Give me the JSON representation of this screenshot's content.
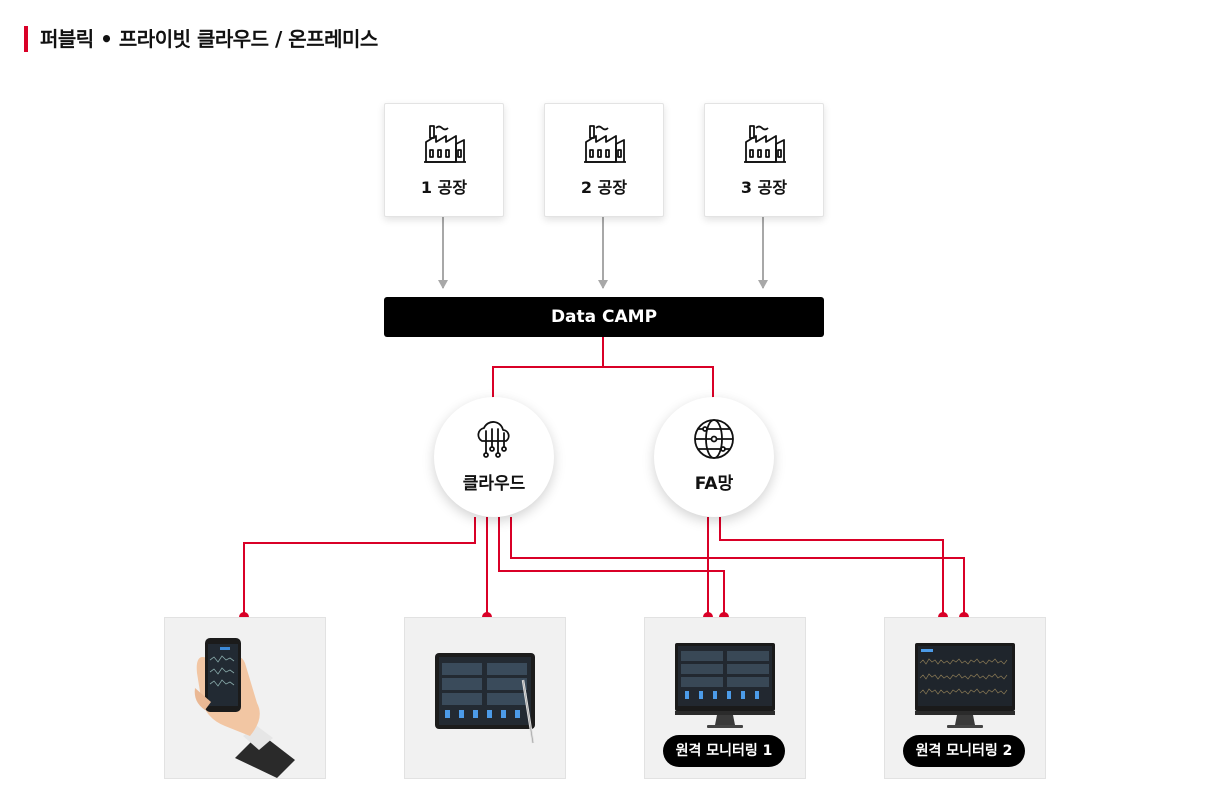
{
  "title": "퍼블릭 • 프라이빗 클라우드 / 온프레미스",
  "factories": [
    {
      "label": "1 공장",
      "icon": "factory-icon"
    },
    {
      "label": "2 공장",
      "icon": "factory-icon"
    },
    {
      "label": "3 공장",
      "icon": "factory-icon"
    }
  ],
  "hub": {
    "label": "Data CAMP"
  },
  "networks": [
    {
      "label": "클라우드",
      "icon": "cloud-network-icon"
    },
    {
      "label": "FA망",
      "icon": "globe-icon"
    }
  ],
  "devices": [
    {
      "icon": "smartphone-in-hand-icon"
    },
    {
      "icon": "tablet-with-stylus-icon"
    },
    {
      "icon": "monitor-icon",
      "label": "원격 모니터링 1"
    },
    {
      "icon": "monitor-icon",
      "label": "원격 모니터링 2"
    }
  ],
  "colors": {
    "accent": "#d90027",
    "arrow": "#a8a8a8",
    "hub_bg": "#000000"
  }
}
